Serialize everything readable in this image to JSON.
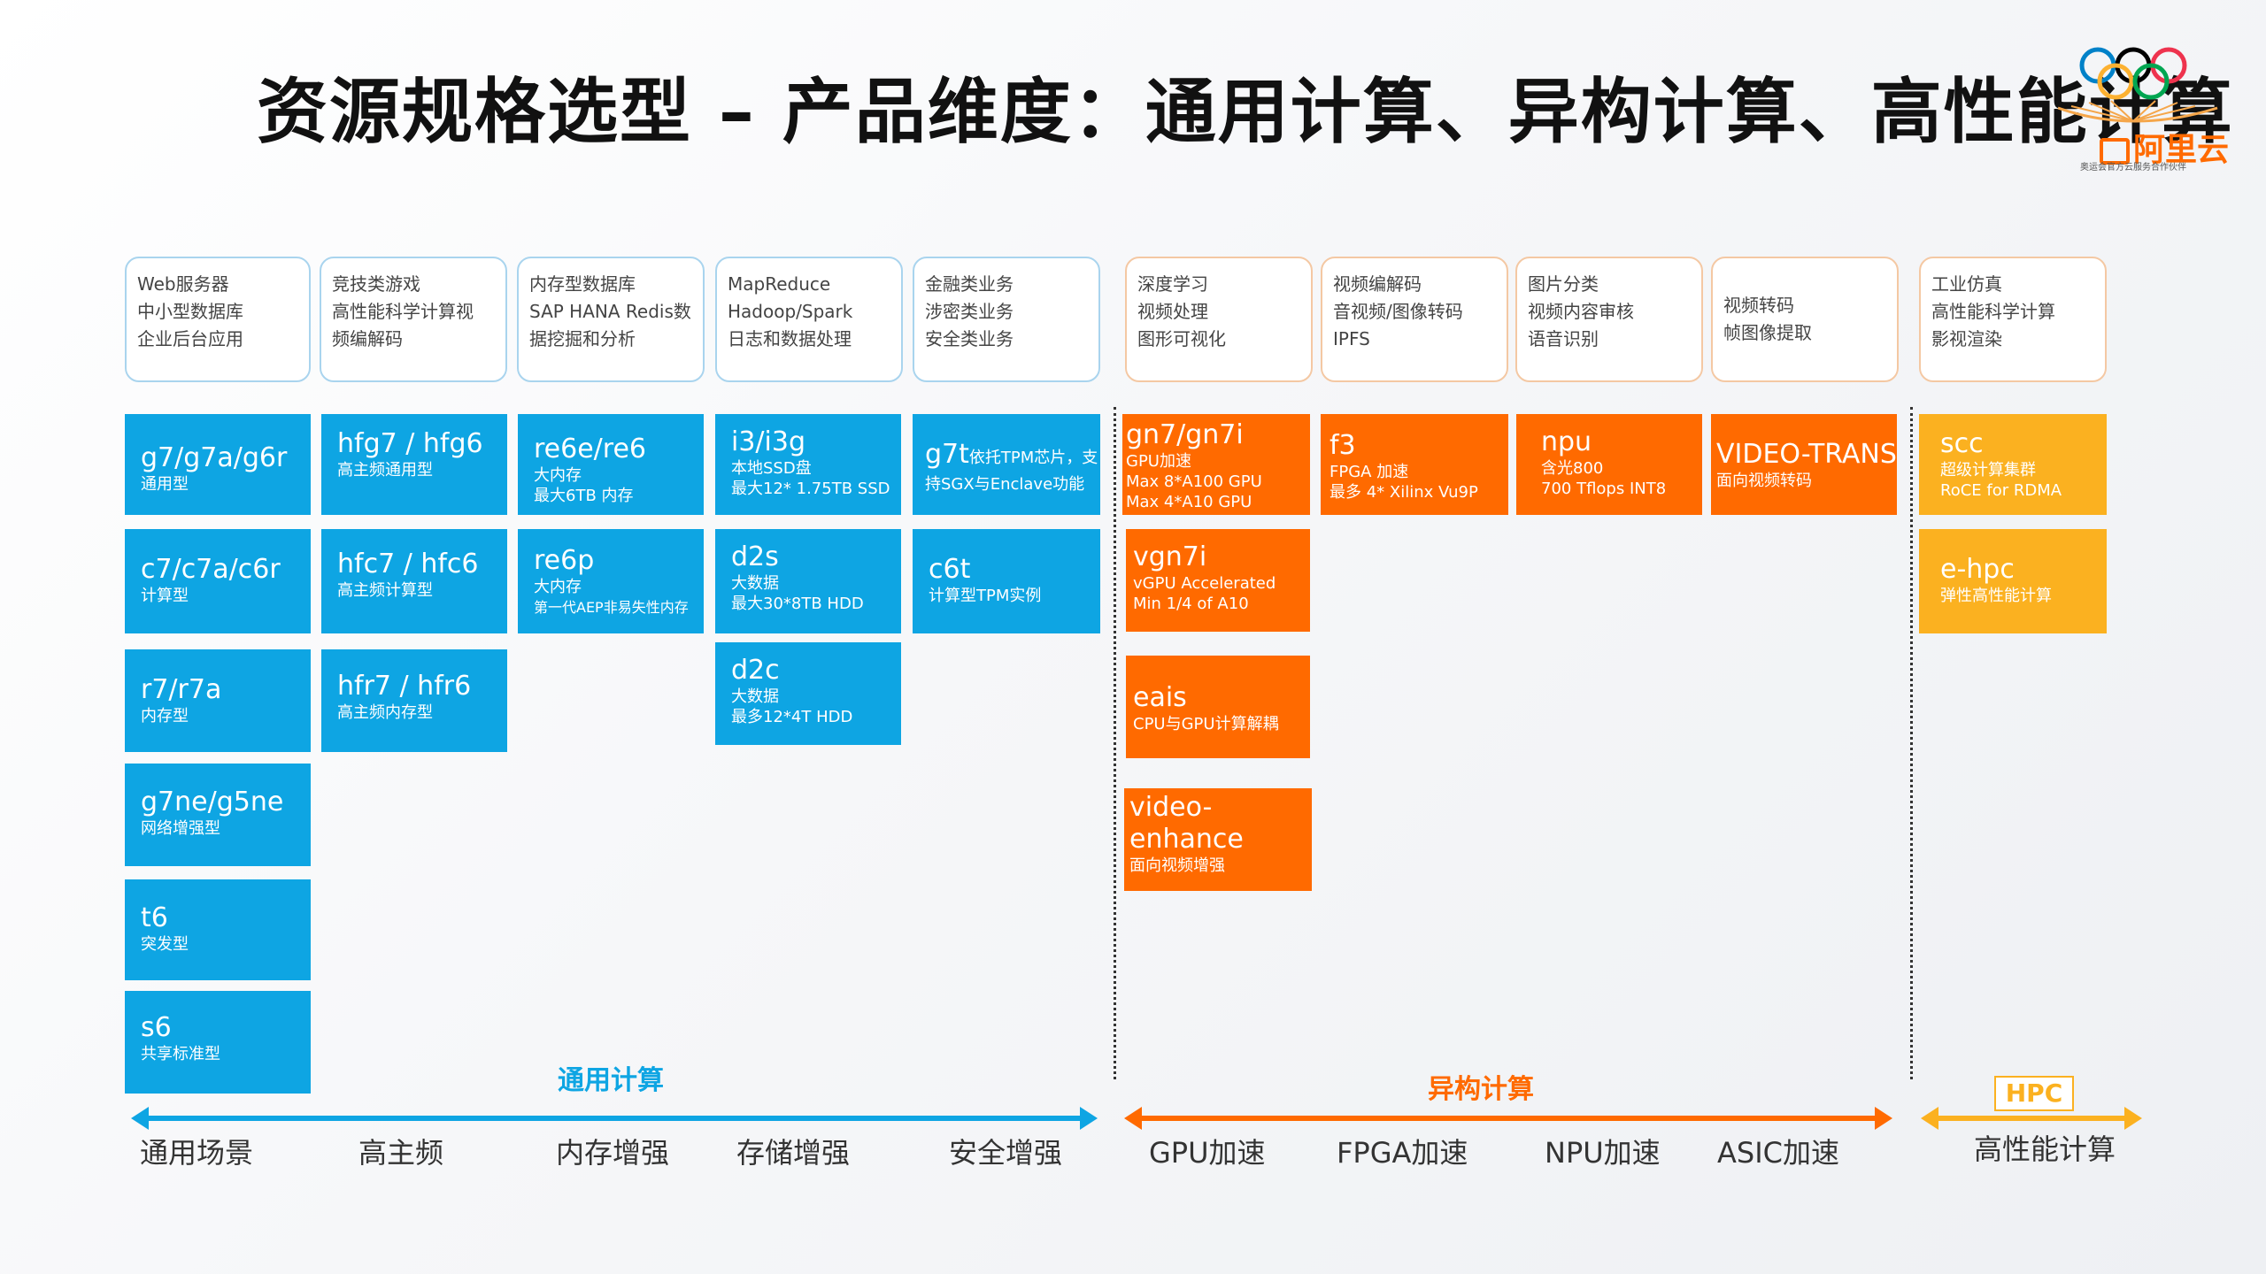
{
  "title": "资源规格选型 – 产品维度：通用计算、异构计算、高性能计算",
  "logo": {
    "brand": "阿里云",
    "tagline": "奥运会官方云服务合作伙伴",
    "icon": "olympic-rings-icon"
  },
  "colors": {
    "general": "#0ea5e3",
    "hetero": "#ff6a00",
    "hpc": "#fbb120"
  },
  "scenarios": [
    "Web服务器\n中小型数据库\n企业后台应用",
    "竞技类游戏\n高性能科学计算视\n频编解码",
    "内存型数据库\nSAP HANA Redis数\n据挖掘和分析",
    "MapReduce\nHadoop/Spark\n日志和数据处理",
    "金融类业务\n涉密类业务\n安全类业务",
    "深度学习\n视频处理\n图形可视化",
    "视频编解码\n音视频/图像转码\nIPFS",
    "图片分类\n视频内容审核\n语音识别",
    "视频转码\n帧图像提取",
    "工业仿真\n高性能科学计算\n影视渲染"
  ],
  "boxes": [
    {
      "name": "g7/g7a/g6r",
      "lines": [
        "通用型"
      ]
    },
    {
      "name": "c7/c7a/c6r",
      "lines": [
        "计算型"
      ]
    },
    {
      "name": "r7/r7a",
      "lines": [
        "内存型"
      ]
    },
    {
      "name": "g7ne/g5ne",
      "lines": [
        "网络增强型"
      ]
    },
    {
      "name": "t6",
      "lines": [
        "突发型"
      ]
    },
    {
      "name": "s6",
      "lines": [
        "共享标准型"
      ]
    },
    {
      "name": "hfg7 / hfg6",
      "lines": [
        "高主频通用型"
      ]
    },
    {
      "name": "hfc7 / hfc6",
      "lines": [
        "高主频计算型"
      ]
    },
    {
      "name": "hfr7 / hfr6",
      "lines": [
        "高主频内存型"
      ]
    },
    {
      "name": "re6e/re6",
      "lines": [
        "大内存",
        "最大6TB 内存"
      ]
    },
    {
      "name": "re6p",
      "lines": [
        "大内存",
        "第一代AEP非易失性内存"
      ]
    },
    {
      "name": "i3/i3g",
      "lines": [
        "本地SSD盘",
        "最大12* 1.75TB SSD"
      ]
    },
    {
      "name": "d2s",
      "lines": [
        "大数据",
        "最大30*8TB HDD"
      ]
    },
    {
      "name": "d2c",
      "lines": [
        "大数据",
        "最多12*4T HDD"
      ]
    },
    {
      "name": "g7t",
      "inline": "依托TPM芯片，支",
      "lines": [
        "持SGX与Enclave功能"
      ]
    },
    {
      "name": "c6t",
      "lines": [
        "计算型TPM实例"
      ]
    },
    {
      "name": "gn7/gn7i",
      "lines": [
        "GPU加速",
        "Max 8*A100 GPU",
        "Max 4*A10 GPU"
      ]
    },
    {
      "name": "vgn7i",
      "lines": [
        "vGPU Accelerated",
        "Min 1/4 of  A10"
      ]
    },
    {
      "name": "eais",
      "lines": [
        "CPU与GPU计算解耦"
      ]
    },
    {
      "name": "video-",
      "lines": []
    },
    {
      "name": "enhance",
      "lines": [
        "面向视频增强"
      ]
    },
    {
      "name": "f3",
      "lines": [
        "FPGA 加速",
        "最多 4* Xilinx Vu9P"
      ]
    },
    {
      "name": "npu",
      "lines": [
        "含光800",
        "700 Tflops INT8"
      ]
    },
    {
      "name": "VIDEO-TRANS",
      "lines": [
        "面向视频转码"
      ]
    },
    {
      "name": "scc",
      "lines": [
        "超级计算集群",
        "RoCE for RDMA"
      ]
    },
    {
      "name": "e-hpc",
      "lines": [
        "弹性高性能计算"
      ]
    }
  ],
  "categories": {
    "general": "通用计算",
    "hetero": "异构计算",
    "hpc": "HPC"
  },
  "axis_labels": [
    "通用场景",
    "高主频",
    "内存增强",
    "存储增强",
    "安全增强",
    "GPU加速",
    "FPGA加速",
    "NPU加速",
    "ASIC加速",
    "高性能计算"
  ]
}
